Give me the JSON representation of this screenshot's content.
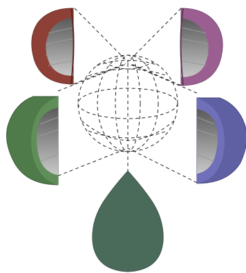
{
  "colors": {
    "background": "#ffffff",
    "segment_red": "#8e4036",
    "segment_purple": "#9a5f90",
    "segment_green": "#4f7a4a",
    "segment_blue": "#5f5fa4",
    "center_drop": "#4a6a5a",
    "ring_inner_dark": "#5a5a5a",
    "ring_inner_light": "#bdbdbd",
    "dashed_lines": "#222222"
  },
  "segments": [
    {
      "id": "top-left",
      "icon": "hemisphere-cutaway-icon"
    },
    {
      "id": "top-right",
      "icon": "hemisphere-cutaway-icon"
    },
    {
      "id": "middle-left",
      "icon": "hemisphere-cutaway-icon"
    },
    {
      "id": "middle-right",
      "icon": "hemisphere-cutaway-icon"
    }
  ],
  "center": {
    "icon": "wireframe-globe-icon"
  },
  "base": {
    "icon": "teardrop-icon"
  }
}
